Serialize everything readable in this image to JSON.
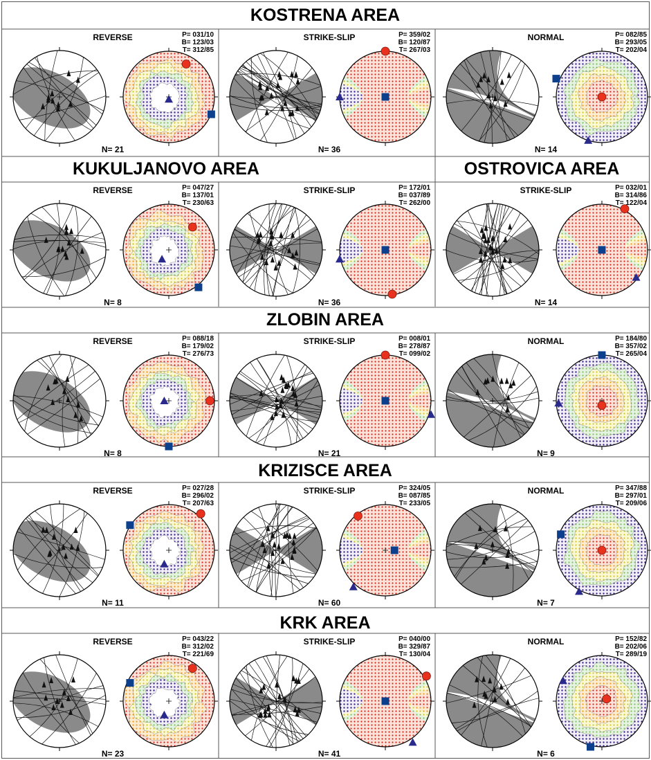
{
  "colors": {
    "gray": "#8a8a8a",
    "red_marker": "#e8321e",
    "blue_square": "#0c3f8c",
    "triangle": "#2a2a8c",
    "dot_red": "#d8251a",
    "dot_orange": "#f09a1c",
    "dot_yellow": "#dcd52e",
    "dot_green": "#8ecb6e",
    "dot_purple": "#3e2a8a",
    "fill_red": "#f6c9b8",
    "fill_orange": "#f9dfb0",
    "fill_yellow": "#f6f2b8",
    "fill_green": "#d6ecd4",
    "fill_purple": "#e7e2f2"
  },
  "markers": {
    "P": "red-circle",
    "B": "blue-square",
    "T": "blue-triangle"
  },
  "sections": [
    {
      "title": "KOSTRENA AREA",
      "panels": [
        {
          "kind": "REVERSE",
          "P": "P= 031/10",
          "B": "B= 123/03",
          "T": "T= 312/85",
          "N": "N= 21"
        },
        {
          "kind": "STRIKE-SLIP",
          "P": "P= 359/02",
          "B": "B= 120/87",
          "T": "T= 267/03",
          "N": "N= 36"
        },
        {
          "kind": "NORMAL",
          "P": "P= 082/85",
          "B": "B= 293/05",
          "T": "T= 202/04",
          "N": "N= 14"
        }
      ]
    },
    {
      "title": "KUKULJANOVO AREA",
      "title2": "OSTROVICA AREA",
      "panels": [
        {
          "kind": "REVERSE",
          "P": "P= 047/27",
          "B": "B= 137/01",
          "T": "T= 230/63",
          "N": "N= 8"
        },
        {
          "kind": "STRIKE-SLIP",
          "P": "P= 172/01",
          "B": "B= 037/89",
          "T": "T= 262/00",
          "N": "N= 36"
        },
        {
          "kind": "STRIKE-SLIP",
          "P": "P= 032/01",
          "B": "B= 314/86",
          "T": "T= 122/04",
          "N": "N= 14"
        }
      ]
    },
    {
      "title": "ZLOBIN AREA",
      "panels": [
        {
          "kind": "REVERSE",
          "P": "P= 088/18",
          "B": "B= 179/02",
          "T": "T= 276/73",
          "N": "N= 8"
        },
        {
          "kind": "STRIKE-SLIP",
          "P": "P= 008/01",
          "B": "B= 278/87",
          "T": "T= 099/02",
          "N": "N= 21"
        },
        {
          "kind": "NORMAL",
          "P": "P= 184/80",
          "B": "B= 357/02",
          "T": "T= 265/04",
          "N": "N= 9"
        }
      ]
    },
    {
      "title": "KRIZISCE AREA",
      "panels": [
        {
          "kind": "REVERSE",
          "P": "P= 027/28",
          "B": "B= 296/02",
          "T": "T= 207/63",
          "N": "N= 11"
        },
        {
          "kind": "STRIKE-SLIP",
          "P": "P= 324/05",
          "B": "B= 087/85",
          "T": "T= 233/05",
          "N": "N= 60"
        },
        {
          "kind": "NORMAL",
          "P": "P= 347/88",
          "B": "B= 297/01",
          "T": "T= 209/06",
          "N": "N= 7"
        }
      ]
    },
    {
      "title": "KRK AREA",
      "panels": [
        {
          "kind": "REVERSE",
          "P": "P= 043/22",
          "B": "B= 312/02",
          "T": "T= 221/69",
          "N": "N= 23"
        },
        {
          "kind": "STRIKE-SLIP",
          "P": "P= 040/00",
          "B": "B= 329/87",
          "T": "T= 130/04",
          "N": "N= 41"
        },
        {
          "kind": "NORMAL",
          "P": "P= 152/82",
          "B": "B= 202/06",
          "T": "T= 289/19",
          "N": "N= 6"
        }
      ]
    }
  ]
}
